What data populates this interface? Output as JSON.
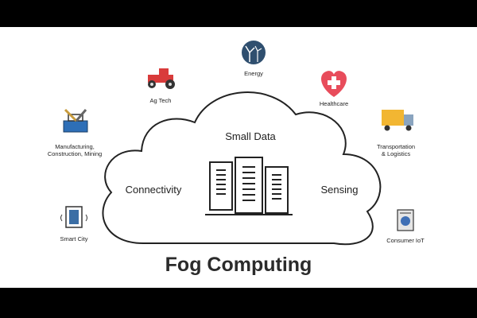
{
  "title": "Fog Computing",
  "cloud": {
    "top_label": "Small Data",
    "left_label": "Connectivity",
    "right_label": "Sensing",
    "center_icon": "server-rack-icon"
  },
  "sectors": [
    {
      "label": "Energy",
      "icon": "wind-turbine-icon"
    },
    {
      "label": "Ag Tech",
      "icon": "tractor-icon"
    },
    {
      "label": "Healthcare",
      "icon": "heart-medical-icon"
    },
    {
      "label_line1": "Manufacturing,",
      "label_line2": "Construction, Mining",
      "icon": "toolbox-icon"
    },
    {
      "label_line1": "Transportation",
      "label_line2": "& Logistics",
      "icon": "truck-icon"
    },
    {
      "label": "Smart City",
      "icon": "smart-door-icon"
    },
    {
      "label": "Consumer IoT",
      "icon": "appliance-icon"
    }
  ],
  "colors": {
    "outline": "#222222",
    "energy_bg": "#2f4f6f",
    "tractor": "#d93b3b",
    "heart": "#e84c5b",
    "truck": "#f2b632",
    "tool_blue": "#2e6fb7",
    "appliance": "#3f6fb5"
  }
}
